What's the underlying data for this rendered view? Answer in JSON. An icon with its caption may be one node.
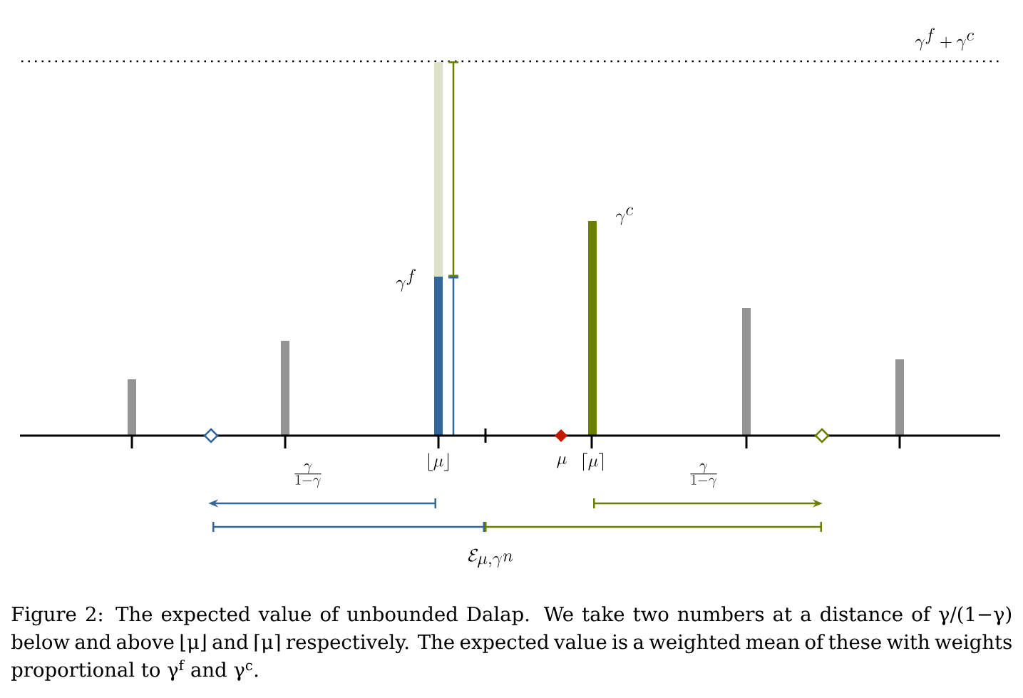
{
  "diagram": {
    "caption": "Figure 2: The expected value of unbounded Dalap. We take two numbers at a distance of γ/(1−γ) below and above ⌊μ⌋ and ⌈μ⌉ respectively. The expected value is a weighted mean of these with weights proportional to γ$^{f}$ and γ$^{c}$.",
    "labels": [
      "\\gamma^{f} + \\gamma^{c}",
      "\\gamma^{c}",
      "\\gamma^{f}",
      "\\lfloor\\mu\\rfloor",
      "\\mu",
      "\\lceil\\mu\\rceil",
      "\\frac{\\gamma}{1-\\gamma}",
      "\\frac{\\gamma}{1-\\gamma}",
      "\\mathcal{E}_{\\mu,\\gamma} n"
    ]
  }
}
